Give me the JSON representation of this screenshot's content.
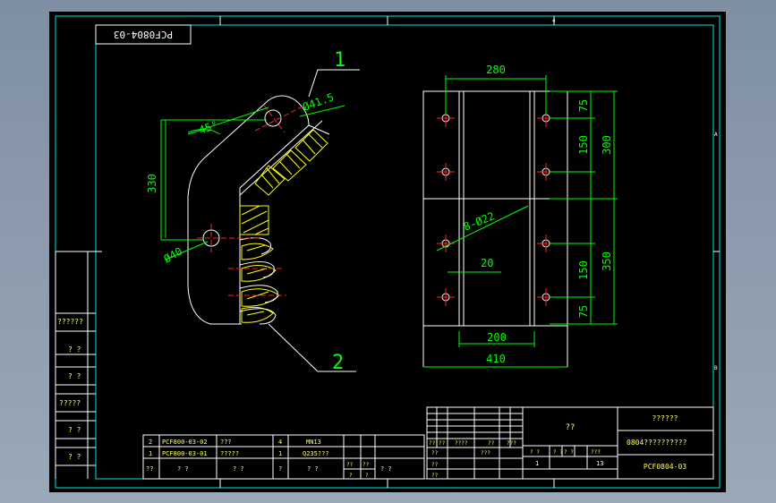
{
  "drawing": {
    "rotated_code": "PCF0804-03",
    "part_labels": {
      "p1": "1",
      "p2": "2"
    },
    "frame_zones": {
      "top_number": "4",
      "right_a": "A",
      "right_b": "B"
    },
    "colors": {
      "background": "#000000",
      "frame": "#00e5e5",
      "dims": "#00ff00",
      "centerline": "#ff2020",
      "hatch": "#ffff00"
    }
  },
  "dimensions": {
    "hole_41": "Ø41.5",
    "angle": "45°",
    "dim_330": "330",
    "hole_40": "Ø40",
    "width_280": "280",
    "d75_top": "75",
    "d150_top": "150",
    "d300": "300",
    "holes_8": "8-Ø22",
    "d20": "20",
    "d150_bottom": "150",
    "d350": "350",
    "d75_bottom": "75",
    "d200": "200",
    "d410": "410"
  },
  "left_table": {
    "row1": "??????",
    "row2": "? ?",
    "row3": "? ?",
    "row4": "?????",
    "row5": "? ?",
    "row6": "? ?"
  },
  "bom": {
    "rows": [
      {
        "no": "2",
        "code": "PCF800-03-02",
        "name": "???",
        "qty": "4",
        "material": "MN13"
      },
      {
        "no": "1",
        "code": "PCF800-03-01",
        "name": "?????",
        "qty": "1",
        "material": "Q235???"
      }
    ],
    "header": {
      "no": "??",
      "code": "? ?",
      "name": "? ?",
      "qty": "?",
      "material": "? ?",
      "c6": "??",
      "c7": "??",
      "c8": "?",
      "c9": "?"
    }
  },
  "title_block": {
    "center_title": "??",
    "company": "??????",
    "drawing_name": "0804??????????",
    "drawing_no": "PCF0804-03",
    "small_row": [
      "??",
      "??",
      "????",
      "??",
      "???"
    ],
    "sign_row": [
      "??",
      "???"
    ],
    "review_row": [
      "??"
    ],
    "approve_row": [
      "??"
    ],
    "scale_row": [
      "? ?",
      "? ?",
      "? ?",
      "???"
    ],
    "scale_values": [
      "1",
      "13"
    ]
  }
}
